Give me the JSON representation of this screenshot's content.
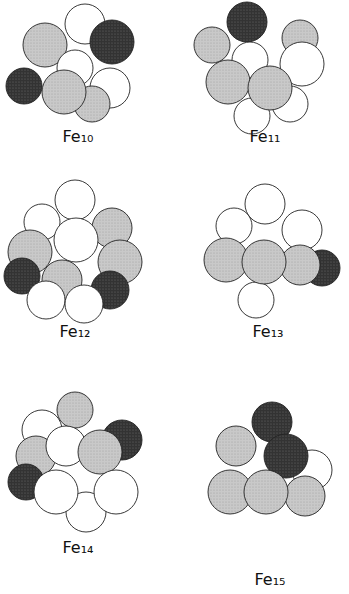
{
  "diagram": {
    "labels": [
      "Fe₁₀",
      "Fe₁₁",
      "Fe₁₂",
      "Fe₁₃",
      "Fe₁₄",
      "Fe₁₅"
    ]
  }
}
